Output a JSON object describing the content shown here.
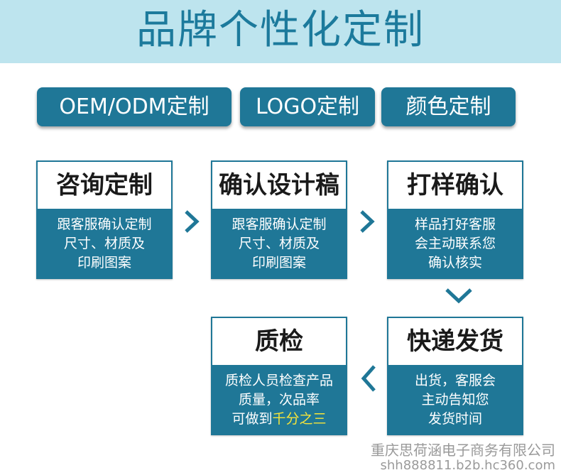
{
  "header": {
    "title": "品牌个性化定制"
  },
  "options": [
    {
      "label": "OEM/ODM定制"
    },
    {
      "label": "LOGO定制"
    },
    {
      "label": "颜色定制"
    }
  ],
  "steps": [
    {
      "title": "咨询定制",
      "lines": [
        "跟客服确认定制",
        "尺寸、材质及",
        "印刷图案"
      ]
    },
    {
      "title": "确认设计稿",
      "lines": [
        "跟客服确认定制",
        "尺寸、材质及",
        "印刷图案"
      ]
    },
    {
      "title": "打样确认",
      "lines": [
        "样品打好客服",
        "会主动联系您",
        "确认核实"
      ]
    },
    {
      "title": "快递发货",
      "lines": [
        "出货，客服会",
        "主动告知您",
        "发货时间"
      ]
    },
    {
      "title": "质检",
      "lines": [
        "质检人员检查产品",
        "质量，次品率"
      ],
      "last_prefix": "可做到",
      "last_highlight": "千分之三"
    }
  ],
  "watermark": {
    "company": "重庆思荷涵电子商务有限公司",
    "url": "shh888811.b2b.hc360.com"
  },
  "colors": {
    "banner": "#bde4ee",
    "title": "#1c7a9c",
    "accent": "#1f7797",
    "highlight": "#f6e43a"
  },
  "icons": {
    "arrow_right": "chevron-right-icon",
    "arrow_down": "chevron-down-icon",
    "arrow_left": "chevron-left-icon"
  }
}
